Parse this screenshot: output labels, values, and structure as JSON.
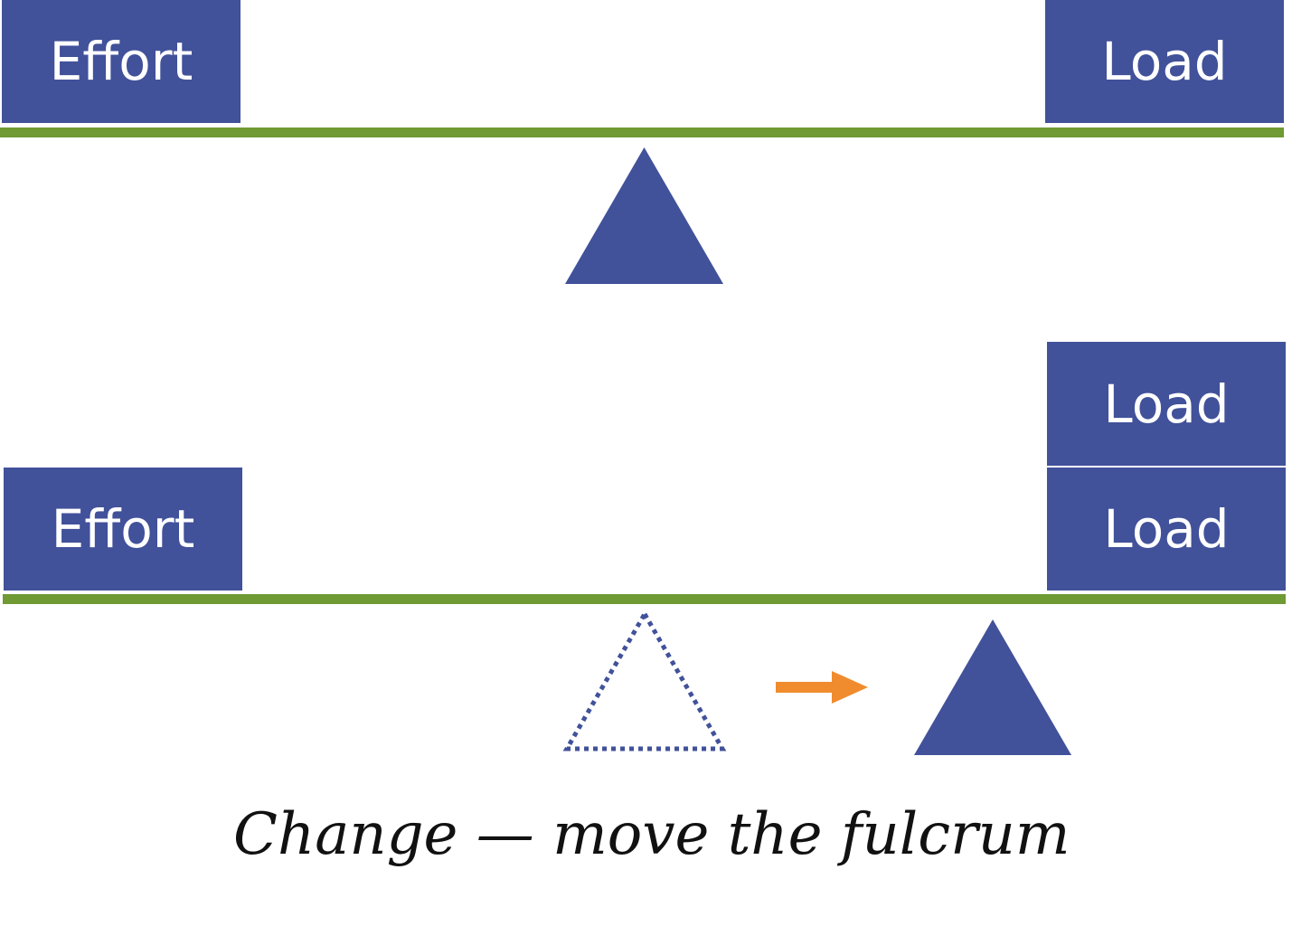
{
  "top_lever": {
    "effort_label": "Effort",
    "load_label": "Load"
  },
  "bottom_lever": {
    "effort_label": "Effort",
    "load_top_label": "Load",
    "load_bottom_label": "Load"
  },
  "caption": "Change — move the fulcrum",
  "colors": {
    "box": "#41519a",
    "beam": "#6f9a34",
    "fulcrum": "#41519a",
    "arrow": "#f08c2e",
    "text_on_box": "#ffffff"
  },
  "icons": {
    "fulcrum": "triangle",
    "old_fulcrum": "dotted-triangle",
    "move_arrow": "right-arrow"
  }
}
